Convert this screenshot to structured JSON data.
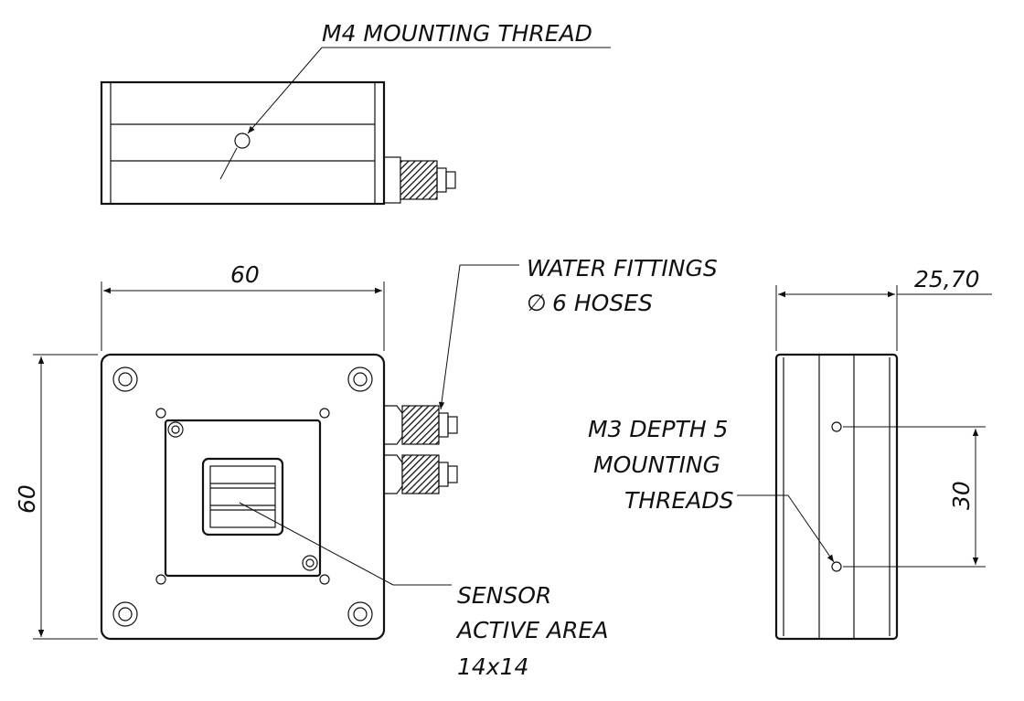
{
  "labels": {
    "m4_thread": "M4 MOUNTING THREAD",
    "water_line1": "WATER FITTINGS",
    "water_line2": "6 HOSES",
    "diameter_symbol": "∅",
    "m3_line1": "M3 DEPTH 5",
    "m3_line2": "MOUNTING",
    "m3_line3": "THREADS",
    "sensor_line1": "SENSOR",
    "sensor_line2": "ACTIVE AREA",
    "sensor_line3": "14x14"
  },
  "dimensions": {
    "width_front": "60",
    "height_front": "60",
    "depth_side": "25,70",
    "thread_spacing_side": "30"
  },
  "colors": {
    "line": "#111111",
    "background": "#ffffff"
  }
}
